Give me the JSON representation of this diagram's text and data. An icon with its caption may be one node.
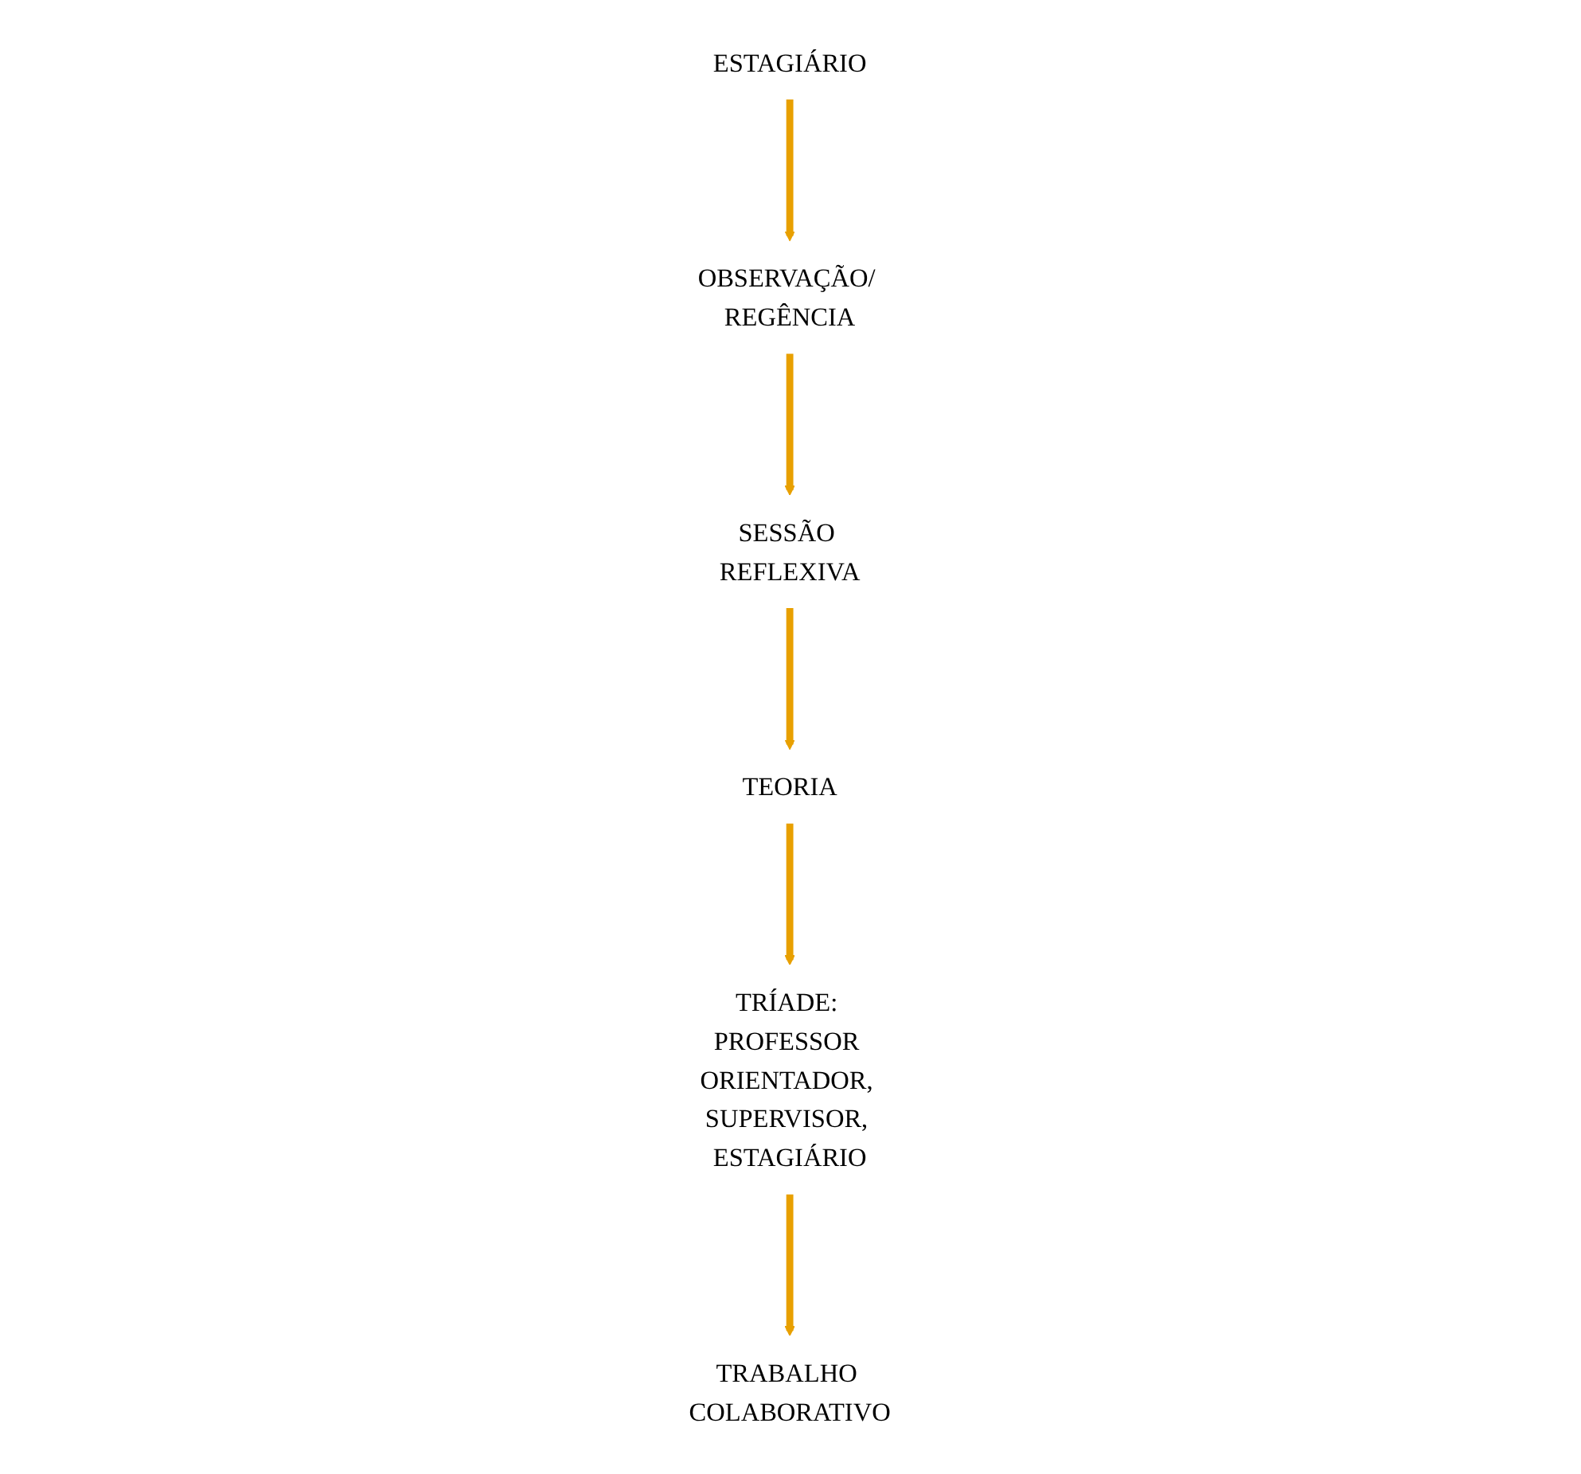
{
  "diagram": {
    "nodes": [
      {
        "text": [
          "ESTAGIÁRIO"
        ]
      },
      {
        "text": [
          "OBSERVAÇÃO/ REGÊNCIA"
        ]
      },
      {
        "text": [
          "SESSÃO REFLEXIVA"
        ]
      },
      {
        "text": [
          "TEORIA"
        ]
      },
      {
        "text": [
          "TRÍADE: PROFESSOR ORIENTADOR, SUPERVISOR, ESTAGIÁRIO"
        ]
      },
      {
        "text": [
          "TRABALHO COLABORATIVO"
        ]
      }
    ],
    "edges": [
      {
        "from": 0,
        "to": 1,
        "arrow": "to"
      },
      {
        "from": 1,
        "to": 2,
        "arrow": "to"
      },
      {
        "from": 2,
        "to": 3,
        "arrow": "to"
      },
      {
        "from": 3,
        "to": 4,
        "arrow": "to"
      },
      {
        "from": 4,
        "to": 5,
        "arrow": "to"
      }
    ]
  }
}
